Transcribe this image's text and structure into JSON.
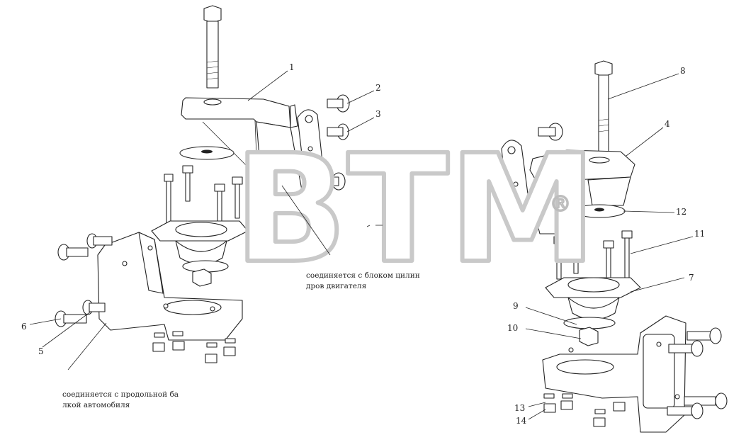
{
  "watermark": {
    "text": "BTM",
    "mark": "®"
  },
  "callouts": [
    {
      "id": "1",
      "label": "1"
    },
    {
      "id": "2",
      "label": "2"
    },
    {
      "id": "3",
      "label": "3"
    },
    {
      "id": "4",
      "label": "4"
    },
    {
      "id": "5",
      "label": "5"
    },
    {
      "id": "6",
      "label": "6"
    },
    {
      "id": "7",
      "label": "7"
    },
    {
      "id": "8",
      "label": "8"
    },
    {
      "id": "9",
      "label": "9"
    },
    {
      "id": "10",
      "label": "10"
    },
    {
      "id": "11",
      "label": "11"
    },
    {
      "id": "12",
      "label": "12"
    },
    {
      "id": "13",
      "label": "13"
    },
    {
      "id": "14",
      "label": "14"
    }
  ],
  "notes": {
    "engine_block": {
      "line1": "соединяется с блоком цилин",
      "line2": "дров двигателя"
    },
    "frame_rail": {
      "line1": "соединяется с продольной ба",
      "line2": "лкой автомобиля"
    }
  }
}
